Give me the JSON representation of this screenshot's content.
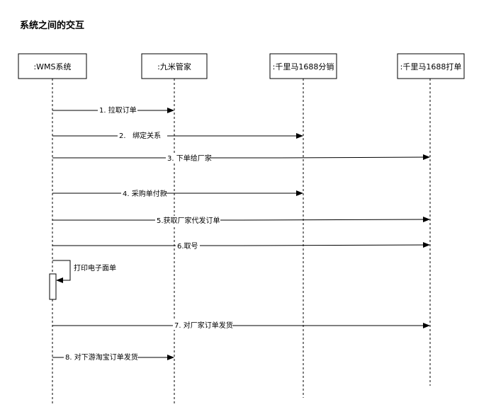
{
  "title": "系统之间的交互",
  "participants": [
    {
      "id": "wms",
      "label": ":WMS系统"
    },
    {
      "id": "jiumi",
      "label": ":九米管家"
    },
    {
      "id": "qlm_fx",
      "label": ":千里马1688分销"
    },
    {
      "id": "qlm_dd",
      "label": ":千里马1688打单"
    }
  ],
  "messages": [
    {
      "from": "wms",
      "to": "jiumi",
      "label": "1. 拉取订单"
    },
    {
      "from": "wms",
      "to": "qlm_fx",
      "label": "2.   绑定关系"
    },
    {
      "from": "wms",
      "to": "qlm_dd",
      "label": "3. 下单给厂家"
    },
    {
      "from": "wms",
      "to": "qlm_fx",
      "label": "4. 采购单付款"
    },
    {
      "from": "wms",
      "to": "qlm_dd",
      "label": "5.获取厂家代发订单"
    },
    {
      "from": "wms",
      "to": "qlm_dd",
      "label": "6.取号"
    },
    {
      "from": "wms",
      "to": "wms",
      "label": "打印电子面单",
      "self": true
    },
    {
      "from": "wms",
      "to": "qlm_dd",
      "label": "7. 对厂家订单发货"
    },
    {
      "from": "wms",
      "to": "jiumi",
      "label": "8. 对下游淘宝订单发货"
    }
  ]
}
